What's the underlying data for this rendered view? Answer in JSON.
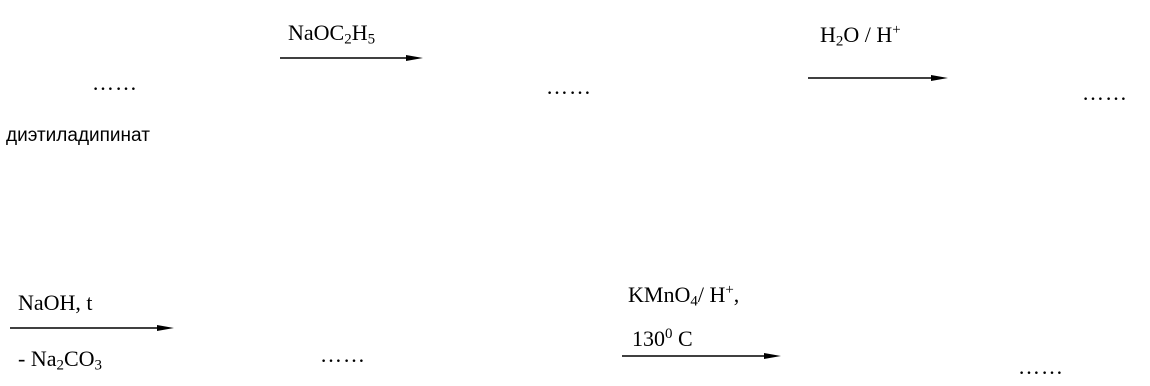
{
  "placeholder": "……",
  "start_label": "диэтиладипинат",
  "steps": [
    {
      "above": {
        "pre": "NaOC",
        "sub1": "2",
        "mid": "H",
        "sub2": "5"
      }
    },
    {
      "above": {
        "pre": "H",
        "sub1": "2",
        "mid": "O / H",
        "sup": "+"
      }
    },
    {
      "above": {
        "text": "NaOH, t"
      },
      "below": {
        "pre": "- Na",
        "sub1": "2",
        "mid": "CO",
        "sub2": "3"
      }
    },
    {
      "above": {
        "pre": "KMnO",
        "sub1": "4",
        "mid": "/ H",
        "sup": "+",
        "post": ","
      },
      "below": {
        "text": "130",
        "sup": "0",
        "post": " C"
      }
    }
  ]
}
